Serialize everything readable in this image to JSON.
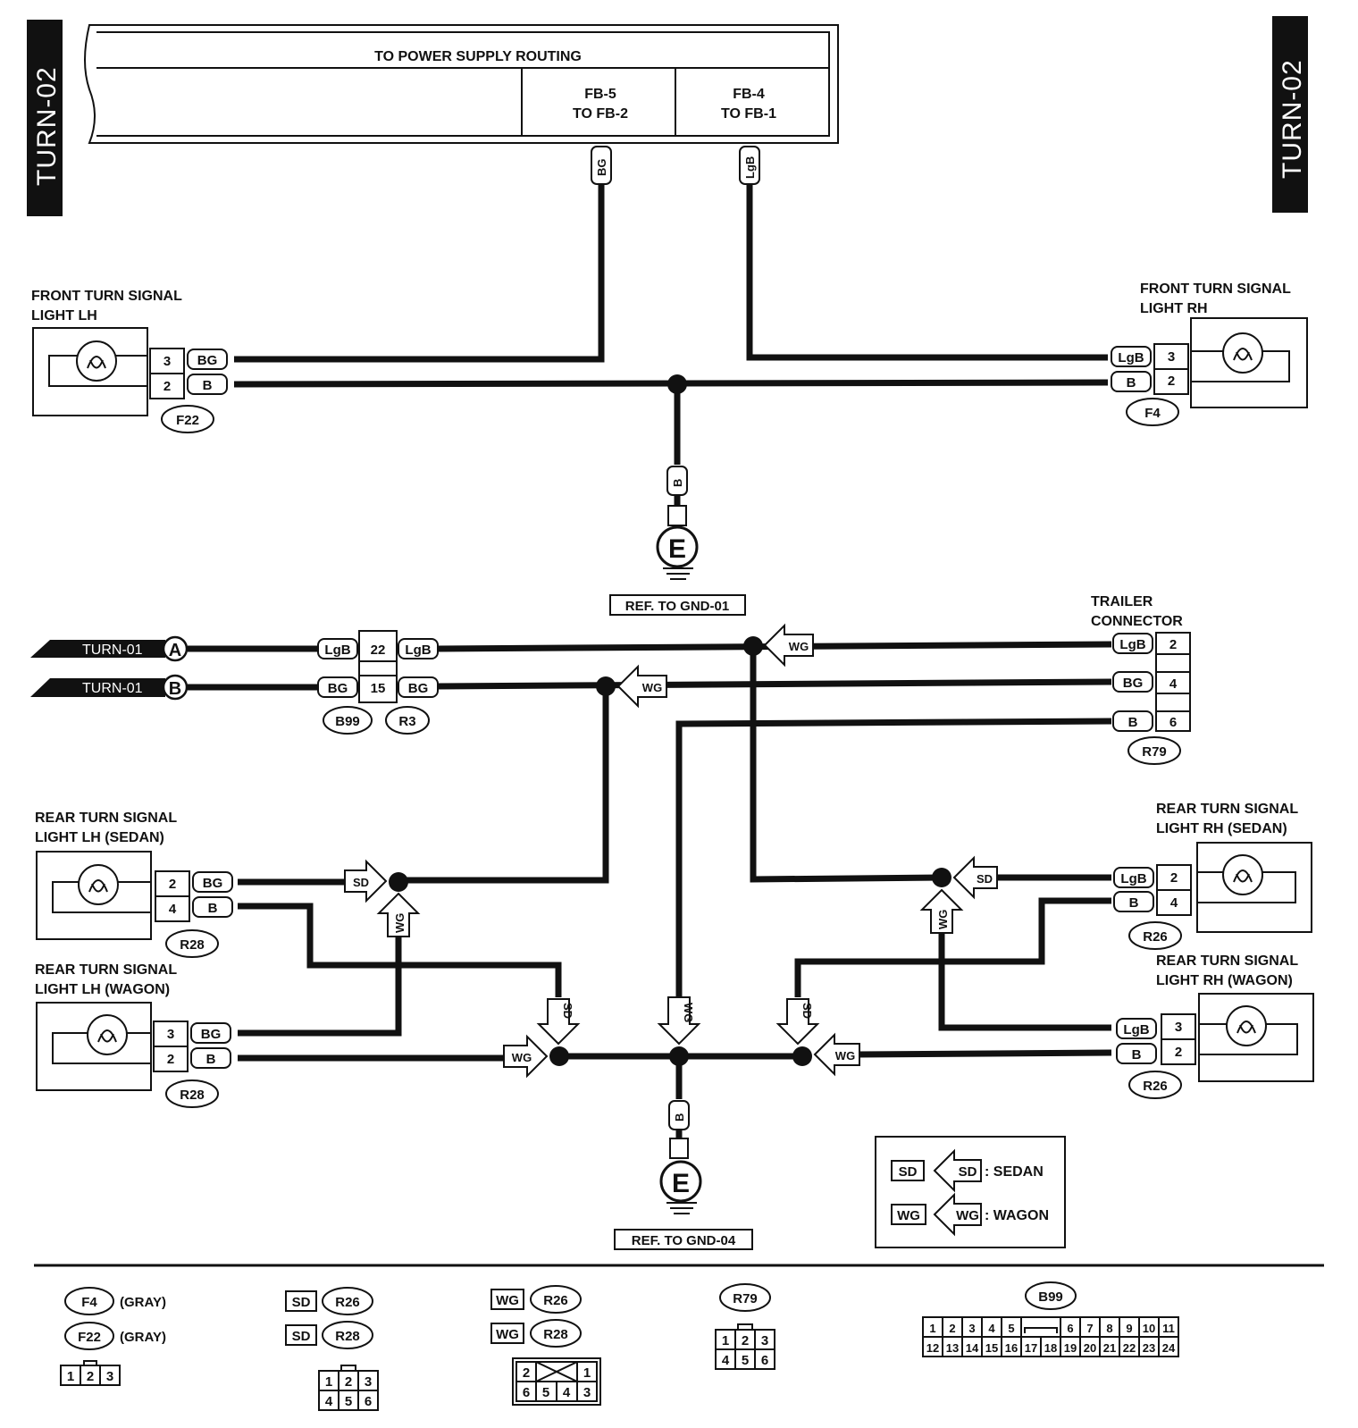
{
  "page_tag": "TURN-02",
  "harness": {
    "title": "TO POWER SUPPLY ROUTING",
    "fuse_left": [
      "FB-5",
      "TO FB-2"
    ],
    "fuse_right": [
      "FB-4",
      "TO FB-1"
    ],
    "wire_left": "BG",
    "wire_right": "LgB"
  },
  "front_lh": {
    "title": [
      "FRONT TURN SIGNAL",
      "LIGHT LH"
    ],
    "pins": [
      {
        "pin": "3",
        "wire": "BG"
      },
      {
        "pin": "2",
        "wire": "B"
      }
    ],
    "connector": "F22"
  },
  "front_rh": {
    "title": [
      "FRONT TURN SIGNAL",
      "LIGHT RH"
    ],
    "pins": [
      {
        "pin": "3",
        "wire": "LgB"
      },
      {
        "pin": "2",
        "wire": "B"
      }
    ],
    "connector": "F4"
  },
  "ground_1": {
    "wire": "B",
    "symbol": "E",
    "ref": "REF. TO GND-01"
  },
  "ground_2": {
    "wire": "B",
    "symbol": "E",
    "ref": "REF. TO GND-04"
  },
  "turn01": [
    {
      "label": "TURN-01",
      "letter": "A",
      "wire_in": "LgB",
      "pin": "22",
      "wire_out": "LgB"
    },
    {
      "label": "TURN-01",
      "letter": "B",
      "wire_in": "BG",
      "pin": "15",
      "wire_out": "BG"
    }
  ],
  "mid_connectors": [
    "B99",
    "R3"
  ],
  "trailer": {
    "title": [
      "TRAILER",
      "CONNECTOR"
    ],
    "pins": [
      {
        "pin": "2",
        "wire": "LgB"
      },
      {
        "pin": "4",
        "wire": "BG"
      },
      {
        "pin": "6",
        "wire": "B"
      }
    ],
    "connector": "R79"
  },
  "rear_lh_sedan": {
    "title": [
      "REAR TURN SIGNAL",
      "LIGHT LH (SEDAN)"
    ],
    "pins": [
      {
        "pin": "2",
        "wire": "BG"
      },
      {
        "pin": "4",
        "wire": "B"
      }
    ],
    "connector": "R28"
  },
  "rear_lh_wagon": {
    "title": [
      "REAR TURN SIGNAL",
      "LIGHT LH (WAGON)"
    ],
    "pins": [
      {
        "pin": "3",
        "wire": "BG"
      },
      {
        "pin": "2",
        "wire": "B"
      }
    ],
    "connector": "R28"
  },
  "rear_rh_sedan": {
    "title": [
      "REAR TURN SIGNAL",
      "LIGHT RH (SEDAN)"
    ],
    "pins": [
      {
        "pin": "2",
        "wire": "LgB"
      },
      {
        "pin": "4",
        "wire": "B"
      }
    ],
    "connector": "R26"
  },
  "rear_rh_wagon": {
    "title": [
      "REAR TURN SIGNAL",
      "LIGHT RH (WAGON)"
    ],
    "pins": [
      {
        "pin": "3",
        "wire": "LgB"
      },
      {
        "pin": "2",
        "wire": "B"
      }
    ],
    "connector": "R26"
  },
  "markers": {
    "sd": "SD",
    "wg": "WG"
  },
  "legend": {
    "sd_code": "SD",
    "sd_text": ": SEDAN",
    "wg_code": "WG",
    "wg_text": ": WAGON"
  },
  "connector_views": {
    "f4": {
      "name": "F4",
      "color": "(GRAY)"
    },
    "f22": {
      "name": "F22",
      "color": "(GRAY)"
    },
    "f_pins": [
      "1",
      "2",
      "3"
    ],
    "r26_sd": {
      "tag": "SD",
      "name": "R26"
    },
    "r28_sd": {
      "tag": "SD",
      "name": "R28"
    },
    "sd_pins_top": [
      "1",
      "2",
      "3"
    ],
    "sd_pins_bottom": [
      "4",
      "5",
      "6"
    ],
    "r26_wg": {
      "tag": "WG",
      "name": "R26"
    },
    "r28_wg": {
      "tag": "WG",
      "name": "R28"
    },
    "wg_pins_top": [
      "2",
      "1"
    ],
    "wg_pins_bottom": [
      "6",
      "5",
      "4",
      "3"
    ],
    "r79": {
      "name": "R79"
    },
    "r79_pins_top": [
      "1",
      "2",
      "3"
    ],
    "r79_pins_bottom": [
      "4",
      "5",
      "6"
    ],
    "b99": {
      "name": "B99"
    },
    "b99_pins_top": [
      "1",
      "2",
      "3",
      "4",
      "5",
      "6",
      "7",
      "8",
      "9",
      "10",
      "11"
    ],
    "b99_pins_bottom": [
      "12",
      "13",
      "14",
      "15",
      "16",
      "17",
      "18",
      "19",
      "20",
      "21",
      "22",
      "23",
      "24"
    ]
  }
}
